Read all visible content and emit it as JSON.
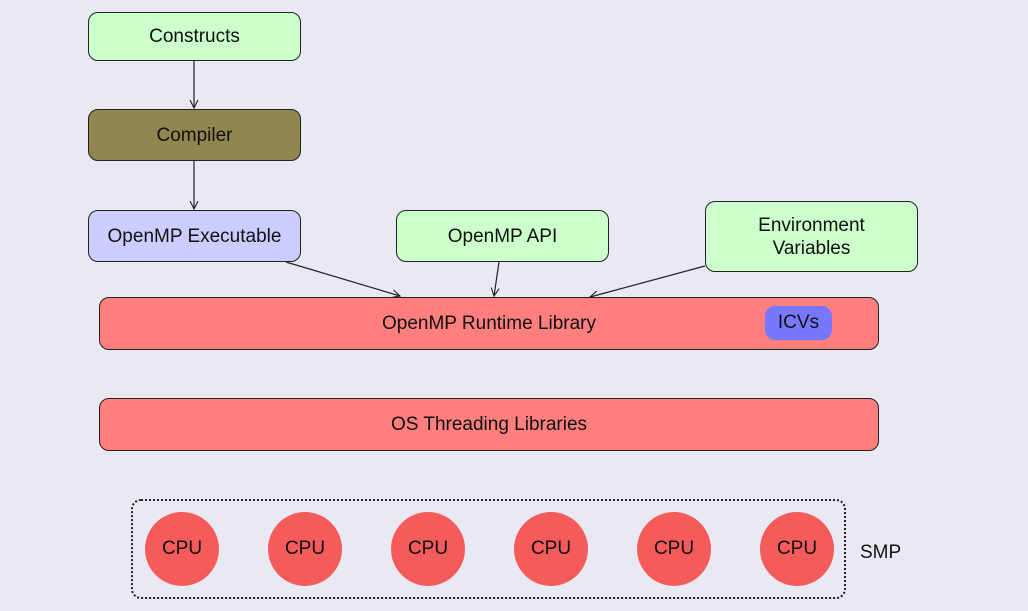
{
  "nodes": {
    "constructs": "Constructs",
    "compiler": "Compiler",
    "executable": "OpenMP Executable",
    "api": "OpenMP API",
    "env": "Environment\nVariables",
    "runtime": "OpenMP Runtime Library",
    "icvs": "ICVs",
    "os": "OS Threading Libraries"
  },
  "cpus": [
    "CPU",
    "CPU",
    "CPU",
    "CPU",
    "CPU",
    "CPU"
  ],
  "smp_label": "SMP",
  "colors": {
    "background": "#e9e9f3",
    "green": "#ccffcc",
    "compiler": "#8f8650",
    "executable": "#ccccff",
    "runtime": "#ff7f7f",
    "icvs": "#7777ff",
    "cpu": "#f55b5b"
  }
}
